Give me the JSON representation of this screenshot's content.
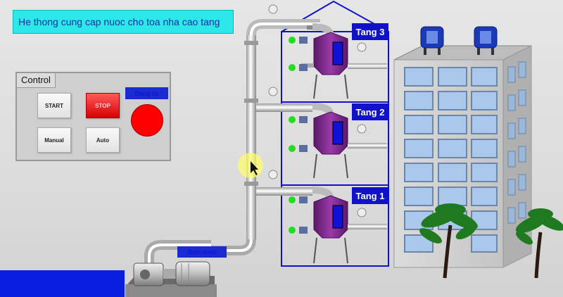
{
  "window": {
    "title": "He thong cung cap nuoc cho toa nha cao tang"
  },
  "control": {
    "label": "Control",
    "start_label": "START",
    "stop_label": "STOP",
    "manual_label": "Manual",
    "auto_label": "Auto",
    "status_label": "Dong co",
    "status_color": "#ff0000"
  },
  "pump": {
    "label": "Bom nuoc"
  },
  "floors": [
    {
      "label": "Tang 3"
    },
    {
      "label": "Tang 2"
    },
    {
      "label": "Tang 1"
    }
  ],
  "colors": {
    "frame_blue": "#1111c8",
    "tank_purple": "#7a2a8a",
    "indicator_green": "#22dd22",
    "title_bg": "#2ee7e9"
  }
}
